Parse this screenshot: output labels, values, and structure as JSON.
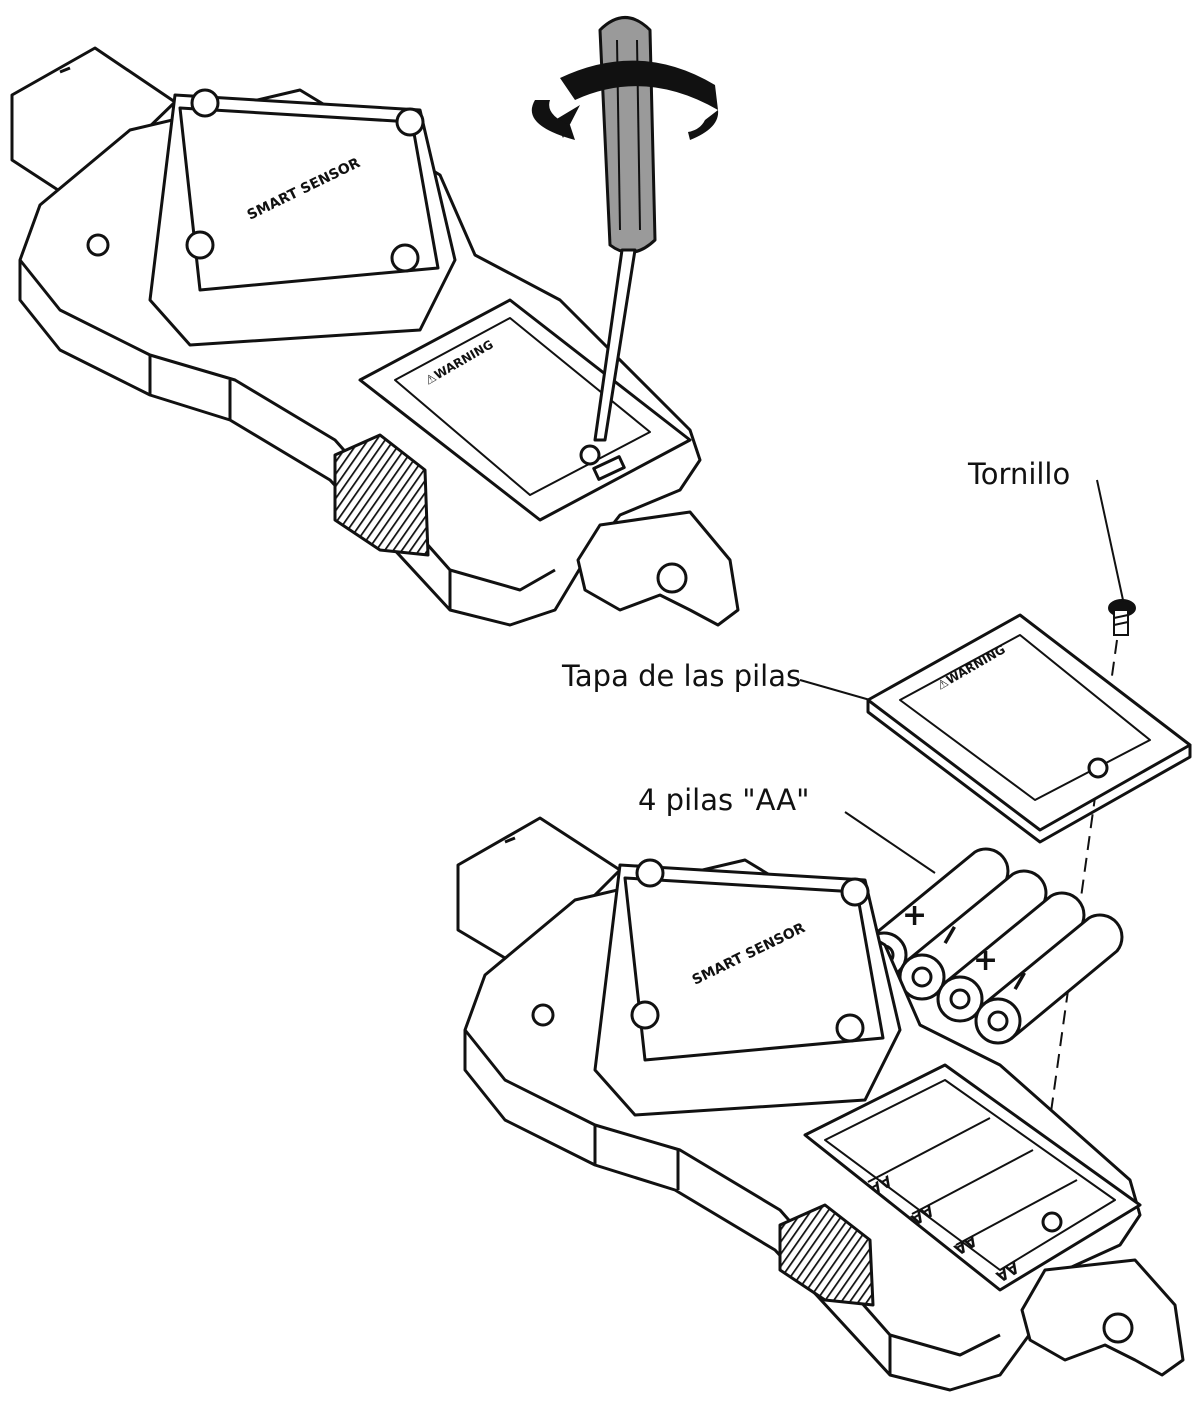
{
  "diagram": {
    "labels": {
      "screw": "Tornillo",
      "battery_cover": "Tapa de las pilas",
      "batteries": "4 pilas \"AA\""
    },
    "device_text": {
      "brand": "SMART SENSOR",
      "warning": "⚠WARNING"
    },
    "battery_marks": {
      "plus": "+",
      "minus": "−",
      "compartment": "AA"
    },
    "colors": {
      "line": "#111111",
      "screwdriver_handle": "#9a9a9a",
      "background": "#ffffff"
    }
  }
}
